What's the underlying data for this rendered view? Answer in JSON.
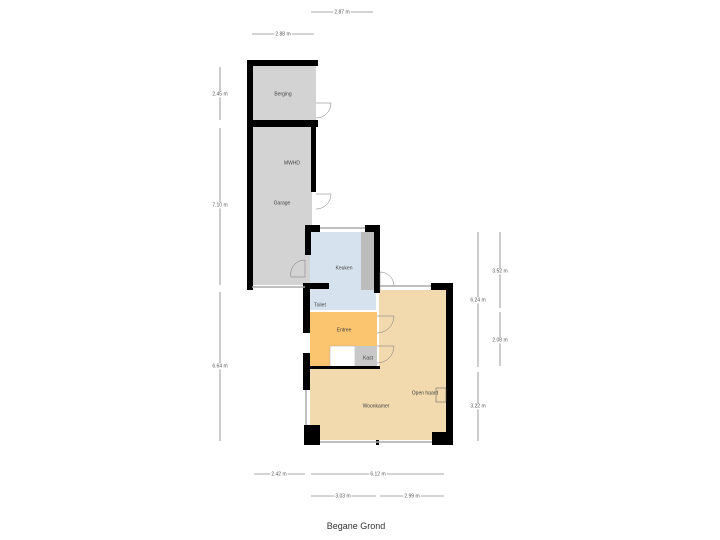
{
  "floor_title": "Begane Grond",
  "rooms": {
    "berging": "Berging",
    "garage": "Garage",
    "garage_unit": "MWHD",
    "keuken": "Keuken",
    "toilet": "Toilet",
    "entree": "Entree",
    "kast": "Kast",
    "woonkamer": "Woonkamer",
    "open_haard": "Open haard"
  },
  "colors": {
    "storage": "#d3d3d3",
    "kitchen": "#d6e3ef",
    "entrance": "#fbc46e",
    "living": "#f2d9ae",
    "wall": "#000000"
  },
  "dimensions": {
    "top_outer": "2.87 m",
    "top_garage": "2.88 m",
    "left_berging": "2.45 m",
    "left_garage": "7.10 m",
    "left_house": "6.64 m",
    "right_total": "6.24 m",
    "right_kitchen": "3.52 m",
    "right_entree": "2.08 m",
    "right_living": "3.22 m",
    "bottom_left": "2.42 m",
    "bottom_house": "6.12 m",
    "bottom_a": "3.03 m",
    "bottom_b": "2.99 m"
  }
}
